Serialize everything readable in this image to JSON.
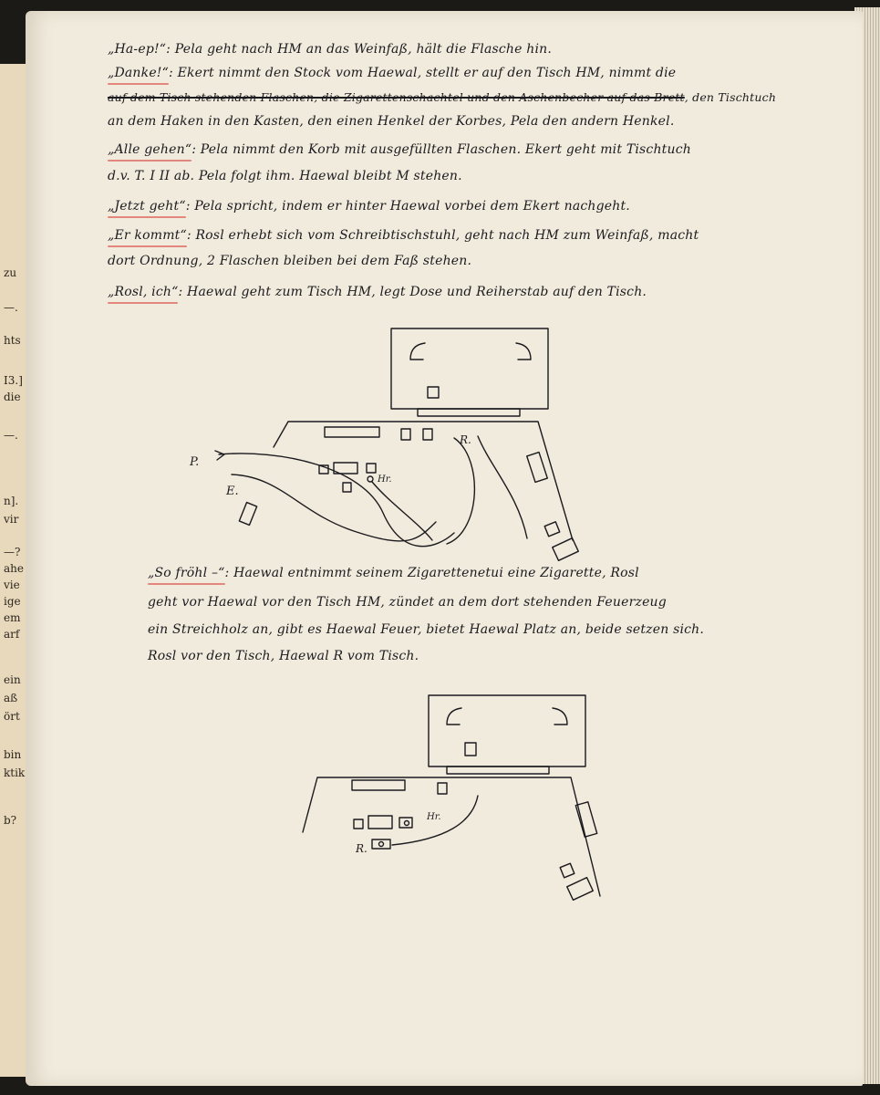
{
  "left_page": {
    "fragments": [
      "zu",
      "—.",
      "hts",
      "I3.]",
      "die",
      "—.",
      "n].",
      "vir",
      "—?",
      "ahe",
      "vie",
      "ige",
      "em",
      "arf",
      "ein",
      "aß",
      "ört",
      "bin",
      "ktik",
      "b?"
    ]
  },
  "script": {
    "lines": [
      {
        "cue": "„Ha-ep!“",
        "text": ": Pela geht nach HM an das Weinfaß, hält die Flasche hin."
      },
      {
        "cue": "„Danke!“",
        "text": ": Ekert nimmt den Stock vom Haewal, stellt er auf den Tisch HM, nimmt die"
      },
      {
        "cue": "",
        "text": "auf dem Tisch stehenden Flaschen, die Zigarettenschachtel und den Aschenbecher auf das Brett",
        "struck": true
      },
      {
        "cue": "",
        "text": ", den Tischtuch"
      },
      {
        "cue": "",
        "text": "an dem Haken in den Kasten, den einen Henkel der Korbes, Pela den andern Henkel."
      },
      {
        "cue": "„Alle gehen“",
        "text": ": Pela nimmt den Korb mit ausgefüllten Flaschen. Ekert geht mit Tischtuch"
      },
      {
        "cue": "",
        "text": "d.v. T. I II ab. Pela folgt ihm. Haewal bleibt M stehen."
      },
      {
        "cue": "„Jetzt geht“",
        "text": ": Pela spricht, indem er hinter Haewal vorbei dem Ekert nachgeht."
      },
      {
        "cue": "„Er kommt“",
        "text": ": Rosl erhebt sich vom Schreibtischstuhl, geht nach HM zum Weinfaß, macht"
      },
      {
        "cue": "",
        "text": "dort Ordnung, 2 Flaschen bleiben bei dem Faß stehen."
      },
      {
        "cue": "„Rosl, ich“",
        "text": ": Haewal geht zum Tisch HM, legt Dose und Reiherstab auf den Tisch."
      },
      {
        "cue": "„So fröhl –“",
        "text": ": Haewal entnimmt seinem Zigarettenetui eine Zigarette, Rosl"
      },
      {
        "cue": "",
        "text": "geht vor Haewal vor den Tisch HM, zündet an dem dort stehenden Feuerzeug"
      },
      {
        "cue": "",
        "text": "ein Streichholz an, gibt es Haewal Feuer, bietet Haewal Platz an, beide setzen sich."
      },
      {
        "cue": "",
        "text": "Rosl vor den Tisch, Haewal R vom Tisch."
      }
    ]
  },
  "diagram1": {
    "labels": {
      "p": "P.",
      "e": "E.",
      "r": "R.",
      "hr": "Hr."
    }
  },
  "diagram2": {
    "labels": {
      "hr": "Hr.",
      "r": "R."
    }
  },
  "colors": {
    "paper": "#f1ebdd",
    "ink": "#1b1a1e",
    "red_pencil": "#e0756b"
  }
}
